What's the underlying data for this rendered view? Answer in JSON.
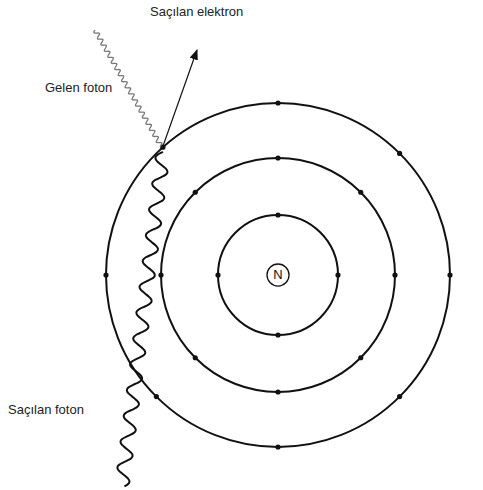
{
  "diagram": {
    "nodes": [
      {
        "text": [
          "N"
        ]
      }
    ],
    "labels": [
      "Saçılan elektron",
      "Gelen foton",
      "Saçılan foton"
    ]
  }
}
